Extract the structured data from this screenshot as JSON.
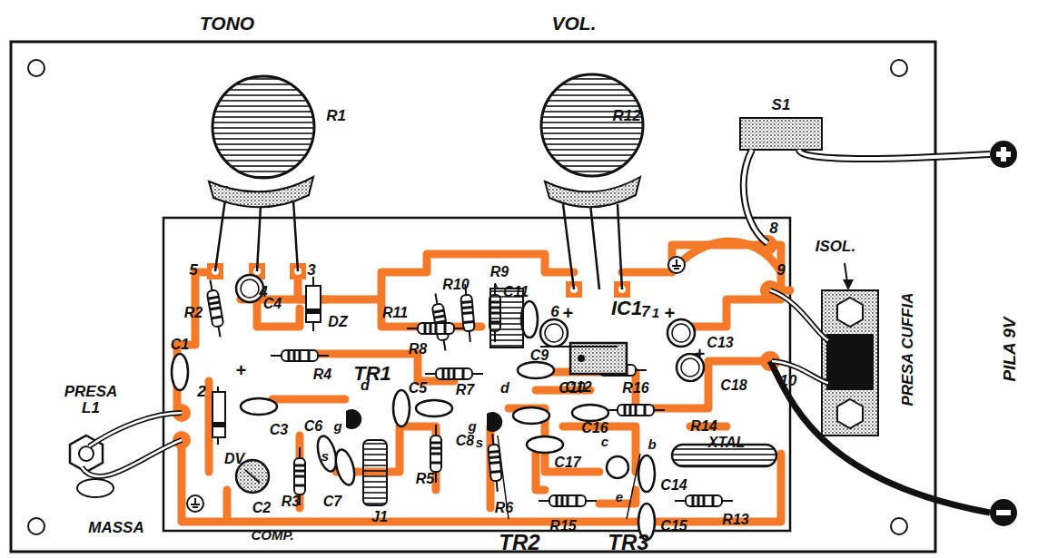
{
  "diagram": {
    "labels": [
      "TONO",
      "VOL.",
      "R1",
      "R12",
      "S1",
      "5",
      "4",
      "3",
      "6",
      "7",
      "8",
      "9",
      "10",
      "2",
      "R2",
      "C4",
      "DZ",
      "R11",
      "R10",
      "R9",
      "C11",
      "IC1",
      "+",
      "1",
      "+",
      "C12",
      "C13",
      "C18",
      "+",
      "+",
      "ISOL.",
      "PRESA CUFFIA",
      "PILA 9V",
      "C1",
      "R4",
      "TR1",
      "R8",
      "C9",
      "C5",
      "R7",
      "C10",
      "R16",
      "d",
      "d",
      "C3",
      "C6",
      "g",
      "s",
      "g",
      "s",
      "C8",
      "C16",
      "R14",
      "XTAL",
      "c",
      "b",
      "e",
      "C17",
      "C14",
      "R5",
      "R6",
      "R15",
      "C15",
      "R13",
      "DV",
      "PRESA L1",
      "MASSA",
      "C2",
      "COMP.",
      "R3",
      "C7",
      "J1",
      "TR2",
      "TR3"
    ]
  }
}
